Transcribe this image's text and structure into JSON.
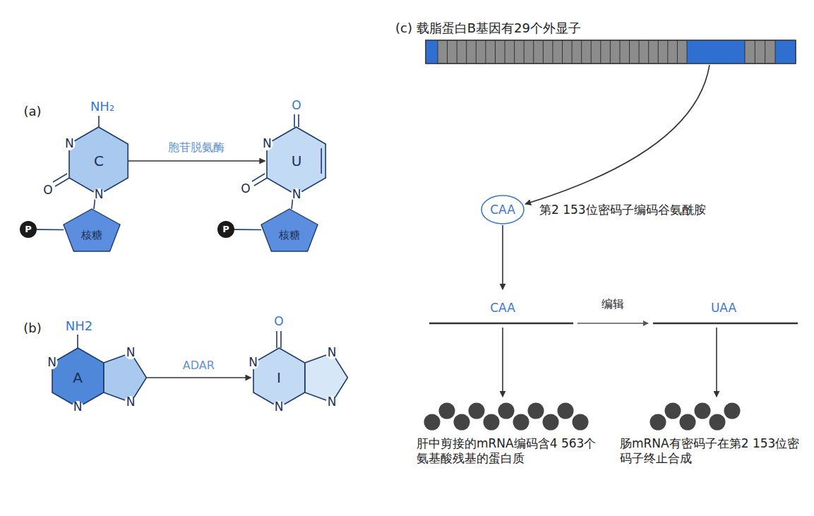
{
  "diagram": {
    "nodes": [
      {
        "text": [
          "C"
        ]
      },
      {
        "text": [
          "核糖"
        ]
      },
      {
        "text": [
          "P"
        ]
      },
      {
        "text": [
          "U"
        ]
      },
      {
        "text": [
          "核糖"
        ]
      },
      {
        "text": [
          "P"
        ]
      },
      {
        "text": [
          "A"
        ]
      },
      {
        "text": [
          "I"
        ]
      },
      {
        "text": [
          "CAA"
        ]
      }
    ],
    "edges": [
      {
        "from": 0,
        "to": 3,
        "label": "胞苷脱氨酶",
        "arrow": "to"
      },
      {
        "from": 0,
        "to": 1,
        "arrow": "none"
      },
      {
        "from": 2,
        "to": 1,
        "arrow": "none"
      },
      {
        "from": 3,
        "to": 4,
        "arrow": "none"
      },
      {
        "from": 5,
        "to": 4,
        "arrow": "none"
      },
      {
        "from": 6,
        "to": 7,
        "label": "ADAR",
        "arrow": "to"
      }
    ],
    "labels": [
      "(a)",
      "NH₂",
      "N",
      "O",
      "N",
      "O",
      "N",
      "O",
      "N",
      "(b)",
      "NH2",
      "N",
      "N",
      "N",
      "N",
      "O",
      "N",
      "N",
      "N",
      "N",
      "(c) 载脂蛋白B基因有29个外显子",
      "第2 153位密码子编码谷氨酰胺",
      "CAA",
      "编辑",
      "UAA",
      "肝中剪接的mRNA编码含4 563个氨基酸残基的蛋白质",
      "肠mRNA有密码子在第2 153位密码子终止合成"
    ]
  }
}
